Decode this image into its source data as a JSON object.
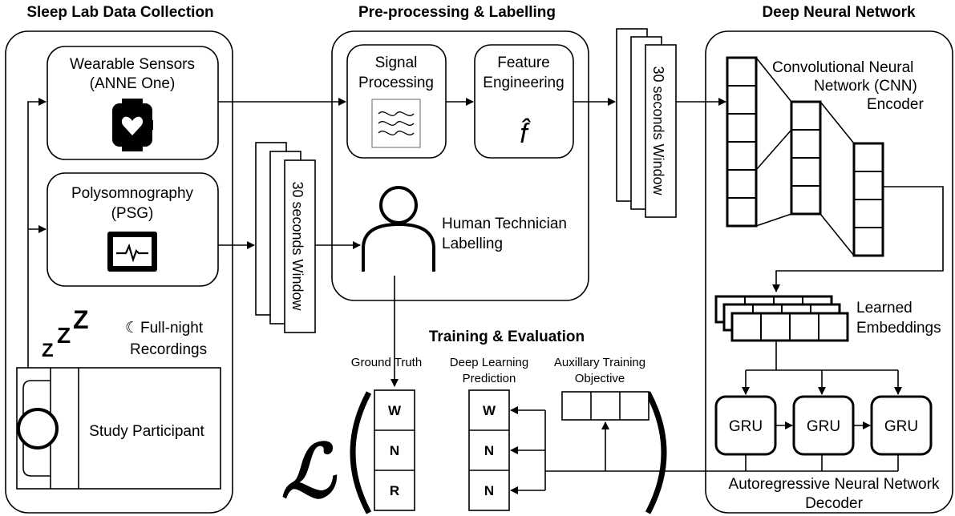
{
  "sections": {
    "sleep_lab": "Sleep Lab Data Collection",
    "preprocessing": "Pre-processing & Labelling",
    "dnn": "Deep Neural Network",
    "training": "Training & Evaluation"
  },
  "sleep_lab": {
    "wearable_line1": "Wearable Sensors",
    "wearable_line2": "(ANNE One)",
    "psg_line1": "Polysomnography",
    "psg_line2": "(PSG)",
    "zzz": [
      "Z",
      "Z",
      "Z"
    ],
    "moon_glyph": "☾",
    "recordings_line1": "Full-night",
    "recordings_line2": "Recordings",
    "participant": "Study Participant"
  },
  "preprocessing": {
    "signal_line1": "Signal",
    "signal_line2": "Processing",
    "feature_line1": "Feature",
    "feature_line2": "Engineering",
    "feature_symbol": "f̂",
    "technician_line1": "Human Technician",
    "technician_line2": "Labelling"
  },
  "window_label": "30 seconds Window",
  "dnn": {
    "cnn_line1": "Convolutional Neural",
    "cnn_line2": "Network (CNN)",
    "cnn_line3": "Encoder",
    "emb_line1": "Learned",
    "emb_line2": "Embeddings",
    "gru_label": "GRU",
    "decoder_line1": "Autoregressive Neural Network",
    "decoder_line2": "Decoder"
  },
  "training": {
    "loss_symbol": "ℒ",
    "ground_truth": "Ground Truth",
    "dl_line1": "Deep Learning",
    "dl_line2": "Prediction",
    "aux_line1": "Auxillary Training",
    "aux_line2": "Objective",
    "ground_truth_labels": [
      "W",
      "N",
      "R"
    ],
    "prediction_labels": [
      "W",
      "N",
      "N"
    ]
  },
  "icons": {
    "wearable": "smartwatch-heart-icon",
    "psg": "monitor-ecg-icon",
    "signal": "wave-signal-icon",
    "technician": "person-icon",
    "participant": "person-in-bed-icon"
  }
}
